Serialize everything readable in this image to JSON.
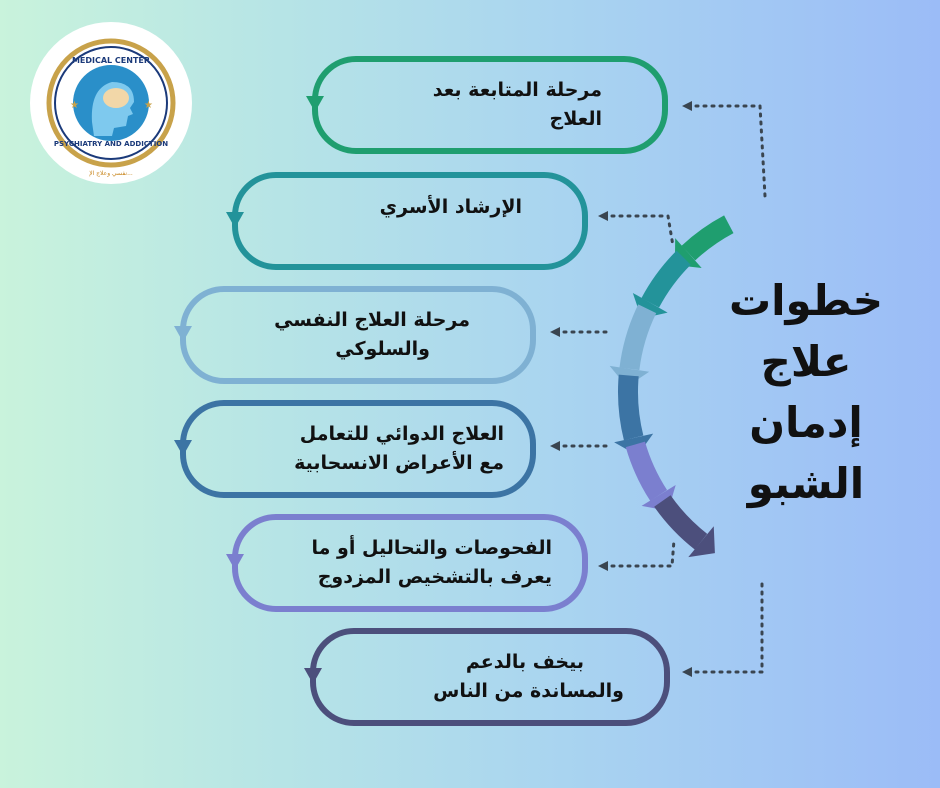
{
  "title": {
    "lines": [
      "خطوات",
      "علاج",
      "إدمان",
      "الشبو"
    ]
  },
  "logo": {
    "top_text": "MEDICAL CENTER",
    "bottom_text": "PSYCHIATRY AND ADDICTION",
    "arabic_text": "...نفسي وعلاج الإ"
  },
  "steps": [
    {
      "lines": [
        "مرحلة المتابعة بعد",
        "العلاج"
      ],
      "color": "#1f9e6f"
    },
    {
      "lines": [
        "الإرشاد الأسري"
      ],
      "color": "#23939a"
    },
    {
      "lines": [
        "مرحلة العلاج النفسي",
        "والسلوكي"
      ],
      "color": "#7fb1d3"
    },
    {
      "lines": [
        "العلاج الدوائي للتعامل",
        "مع الأعراض الانسحابية"
      ],
      "color": "#3c74a4"
    },
    {
      "lines": [
        "الفحوصات والتحاليل أو ما",
        "يعرف بالتشخيص المزدوج"
      ],
      "color": "#7b7fcf"
    },
    {
      "lines": [
        "بيخف بالدعم",
        "والمساندة من الناس"
      ],
      "color": "#4c4f7c"
    }
  ],
  "colors": {
    "arc": [
      "#1f9e6f",
      "#23939a",
      "#7fb1d3",
      "#3c74a4",
      "#7b7fcf",
      "#4c4f7c"
    ],
    "dots": "#3a4550"
  }
}
